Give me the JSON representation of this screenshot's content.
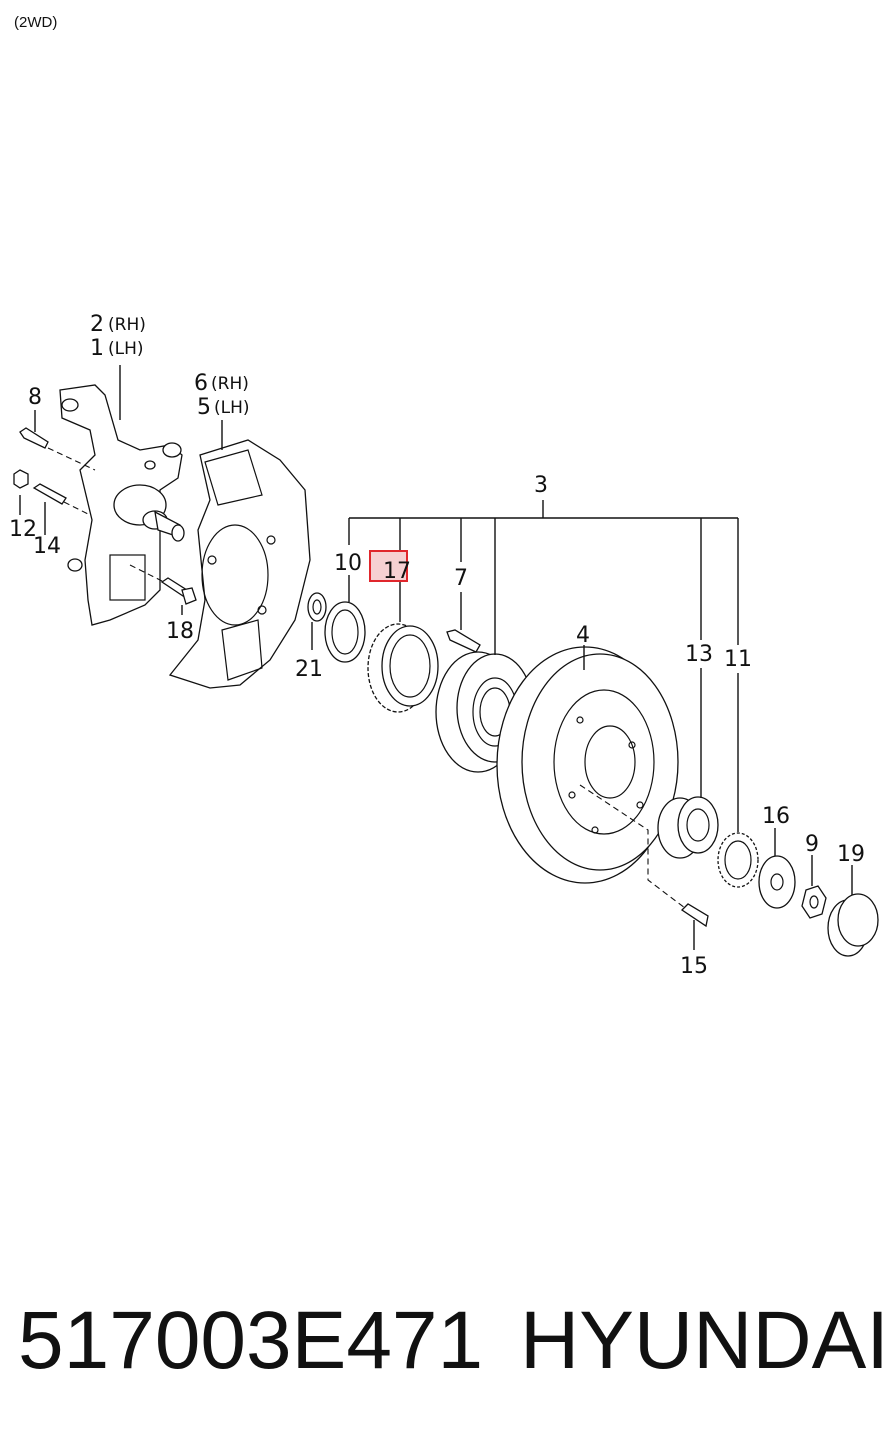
{
  "header": {
    "variant": "(2WD)"
  },
  "callouts": {
    "c1": "1",
    "c1_side": "(LH)",
    "c2": "2",
    "c2_side": "(RH)",
    "c3": "3",
    "c4": "4",
    "c5": "5",
    "c5_side": "(LH)",
    "c6": "6",
    "c6_side": "(RH)",
    "c7": "7",
    "c8": "8",
    "c9": "9",
    "c10": "10",
    "c11": "11",
    "c12": "12",
    "c13": "13",
    "c14": "14",
    "c15": "15",
    "c16": "16",
    "c17": "17",
    "c18": "18",
    "c19": "19",
    "c21": "21"
  },
  "highlight": {
    "callout": "17",
    "color": "#e0262c"
  },
  "footer": {
    "part_number": "517003E471",
    "brand": "HYUNDAI"
  }
}
